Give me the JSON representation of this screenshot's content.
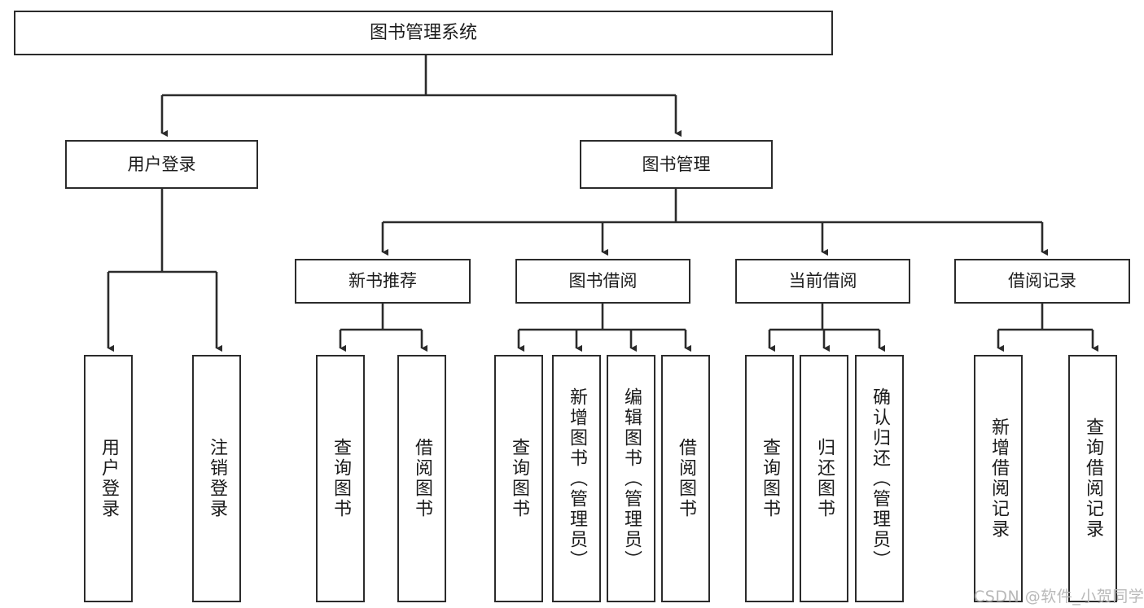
{
  "diagram": {
    "type": "tree",
    "title": "图书管理系统",
    "orientation": "top-down",
    "colors": {
      "background": "#ffffff",
      "border": "#2b2b2b",
      "text": "#1b1b1b",
      "connector": "#2b2b2b",
      "watermark": "#b9b9b9"
    },
    "root": {
      "label": "图书管理系统"
    },
    "level2": [
      {
        "label": "用户登录"
      },
      {
        "label": "图书管理"
      }
    ],
    "level3": [
      {
        "label": "新书推荐"
      },
      {
        "label": "图书借阅"
      },
      {
        "label": "当前借阅"
      },
      {
        "label": "借阅记录"
      }
    ],
    "leaves": {
      "user_login": [
        {
          "label": "用户登录"
        },
        {
          "label": "注销登录"
        }
      ],
      "new_book_recommend": [
        {
          "label": "查询图书"
        },
        {
          "label": "借阅图书"
        }
      ],
      "book_borrow": [
        {
          "label": "查询图书"
        },
        {
          "label": "新增图书（管理员）"
        },
        {
          "label": "编辑图书（管理员）"
        },
        {
          "label": "借阅图书"
        }
      ],
      "current_borrow": [
        {
          "label": "查询图书"
        },
        {
          "label": "归还图书"
        },
        {
          "label": "确认归还（管理员）"
        }
      ],
      "borrow_record": [
        {
          "label": "新增借阅记录"
        },
        {
          "label": "查询借阅记录"
        }
      ]
    },
    "watermark": "CSDN @软件_小贺同学"
  }
}
